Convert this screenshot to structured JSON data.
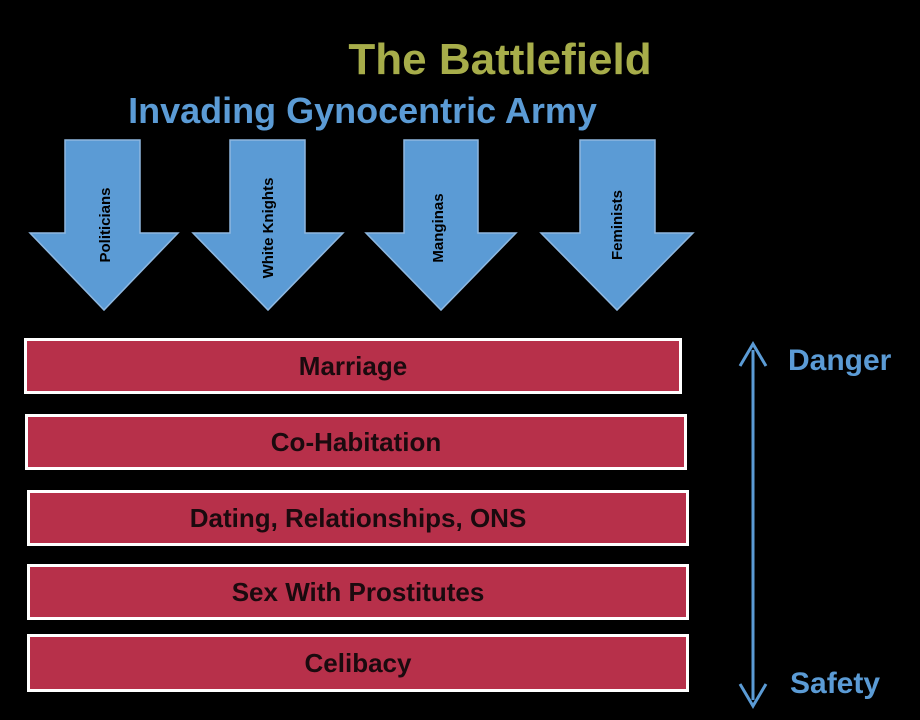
{
  "slide": {
    "title": "The Battlefield",
    "subtitle": "Invading Gynocentric Army",
    "arrows": [
      {
        "label": "Politicians"
      },
      {
        "label": "White Knights"
      },
      {
        "label": "Manginas"
      },
      {
        "label": "Feminists"
      }
    ],
    "levels": [
      {
        "label": "Marriage"
      },
      {
        "label": "Co-Habitation"
      },
      {
        "label": "Dating, Relationships, ONS"
      },
      {
        "label": "Sex With Prostitutes"
      },
      {
        "label": "Celibacy"
      }
    ],
    "scale": {
      "top_label": "Danger",
      "bottom_label": "Safety"
    }
  },
  "colors": {
    "background": "#000000",
    "title": "#a7ad4a",
    "subtitle": "#5b9bd5",
    "arrow_fill": "#5b9bd5",
    "arrow_text": "#000000",
    "bar_fill": "#b7304a",
    "bar_border": "#ffffff",
    "bar_text": "#1a0a0e",
    "scale": "#5b9bd5"
  }
}
